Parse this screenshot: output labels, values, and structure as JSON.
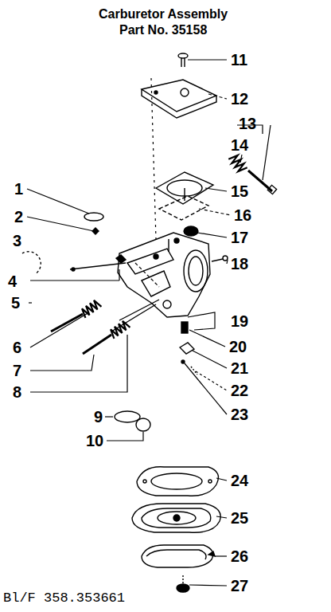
{
  "diagram": {
    "title": "Carburetor Assembly",
    "labels": [
      "Part No. 35158",
      "1",
      "2",
      "3",
      "4",
      "5",
      "6",
      "7",
      "8",
      "9",
      "10",
      "11",
      "12",
      "13",
      "14",
      "15",
      "16",
      "17",
      "18",
      "19",
      "20",
      "21",
      "22",
      "23",
      "24",
      "25",
      "26",
      "27",
      "Bl/F 358.353661"
    ]
  }
}
